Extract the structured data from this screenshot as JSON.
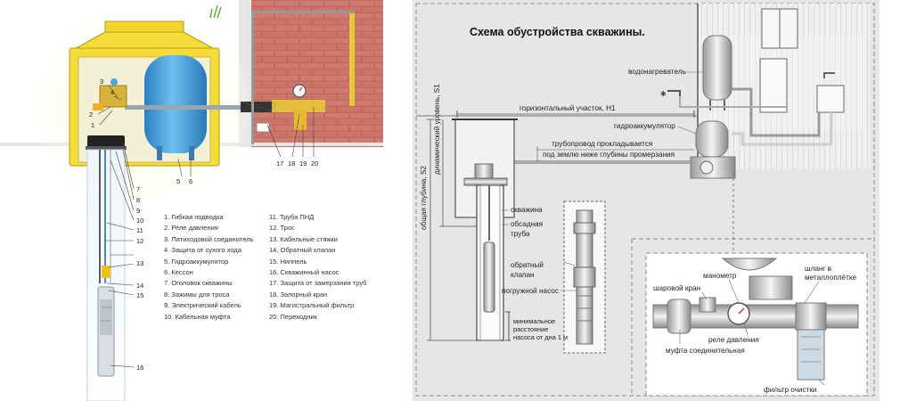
{
  "left": {
    "legend_col1": [
      "1. Гибкая подводка",
      "2. Реле давления",
      "3. Пятиходовой соединитель",
      "4. Защита от сухого хода",
      "5. Гидроаккумулятор",
      "6. Кессон",
      "7. Оголовок скважины",
      "8. Зажимы для троса",
      "9. Электрический кабель",
      "10. Кабельная муфта"
    ],
    "legend_col2": [
      "11. Труба ПНД",
      "12. Трос",
      "13. Кабельные стяжки",
      "14. Обратный клапан",
      "15. Ниппель",
      "16. Скважинный насос",
      "17. Защита от замерзания труб",
      "18. Запорный кран",
      "19. Магистральный фильтр",
      "20. Переходник"
    ],
    "callouts": {
      "n1": "1",
      "n2": "2",
      "n3": "3",
      "n4": "4",
      "n5": "5",
      "n6": "6",
      "n7": "7",
      "n8": "8",
      "n9": "9",
      "n10": "10",
      "n11": "11",
      "n12": "12",
      "n13": "13",
      "n14": "14",
      "n15": "15",
      "n16": "16",
      "n17": "17",
      "n18": "18",
      "n19": "19",
      "n20": "20"
    }
  },
  "right": {
    "title": "Схема обустройства скважины.",
    "labels": {
      "water_heater": "водонагреватель",
      "horizontal": "горизонтальный участок, H1",
      "accumulator": "гидроаккумулятор",
      "pipeline_1": "трубопровод прокладывается",
      "pipeline_2": "под землю ниже глубины промерзания",
      "well": "скважина",
      "casing_1": "обсадная",
      "casing_2": "труба",
      "check_valve_1": "обратный",
      "check_valve_2": "клапан",
      "pump": "погружной насос",
      "min_1": "минимальное",
      "min_2": "расстояние",
      "min_3": "насоса от дна 1 м",
      "total_depth": "общая глубина, S2",
      "dynamic_level": "динамический уровень, S1",
      "manometer": "манометр",
      "ball_valve": "шаровой кран",
      "hose_1": "шланг в",
      "hose_2": "металлоплётке",
      "pressure_relay": "реле давления",
      "coupling": "муфта соединительная",
      "filter": "фильтр очистки"
    }
  },
  "colors": {
    "caisson_yellow": "#f5dc3a",
    "tank_blue": "#3a9ad9",
    "brick": "#c9645a",
    "panel_gray": "#e6e6e6"
  }
}
